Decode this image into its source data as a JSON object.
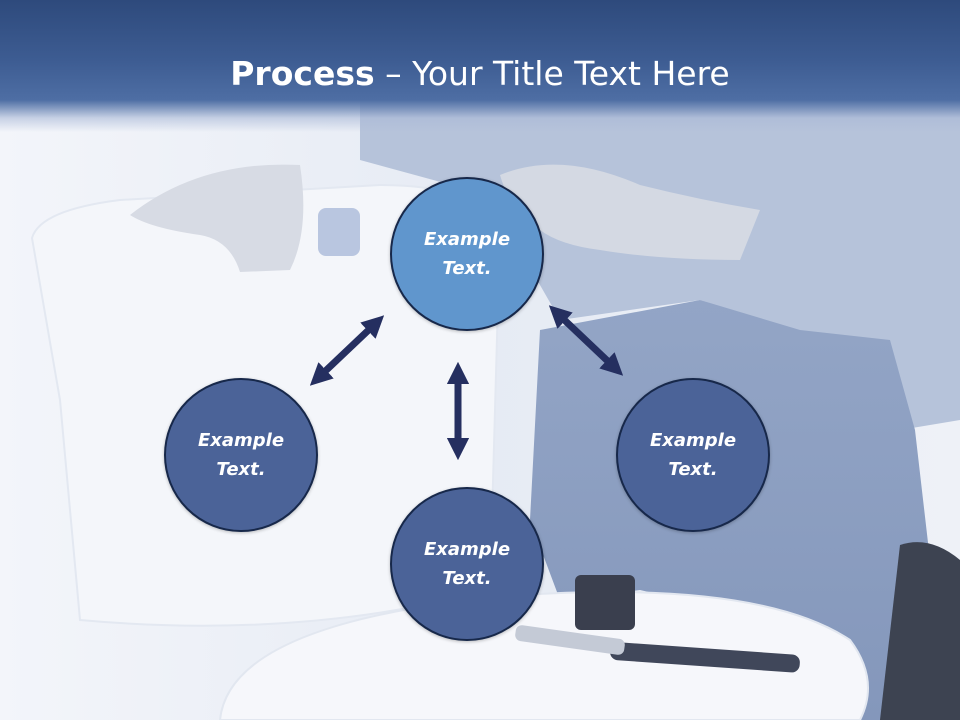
{
  "slide": {
    "title_bold": "Process",
    "title_rest": " – Your Title Text Here"
  },
  "nodes": {
    "top": {
      "line1": "Example",
      "line2": "Text."
    },
    "left": {
      "line1": "Example",
      "line2": "Text."
    },
    "right": {
      "line1": "Example",
      "line2": "Text."
    },
    "bottom": {
      "line1": "Example",
      "line2": "Text."
    }
  },
  "colors": {
    "header": "#3d5c92",
    "top_circle": "#6096cd",
    "circles": "#4b6398",
    "arrows": "#252f60"
  }
}
